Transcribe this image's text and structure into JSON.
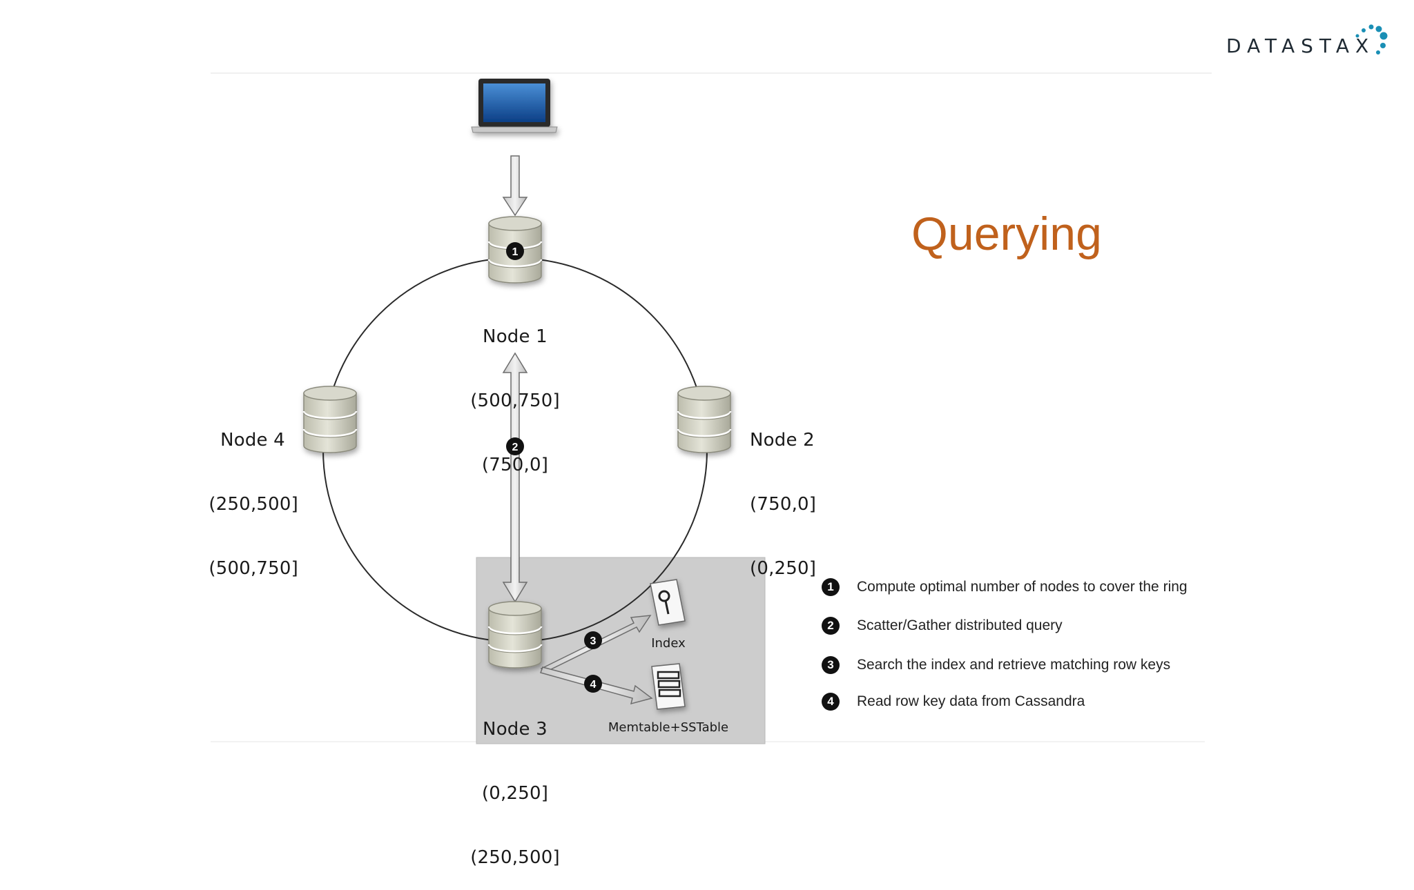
{
  "title": "Querying",
  "logo": {
    "text": "DATASTAX",
    "accent_color": "#1a8fb5"
  },
  "title_color": "#c0611c",
  "nodes": [
    {
      "name": "Node 1",
      "ranges": [
        "(500,750]",
        "(750,0]"
      ],
      "step": "1"
    },
    {
      "name": "Node 2",
      "ranges": [
        "(750,0]",
        "(0,250]"
      ]
    },
    {
      "name": "Node 3",
      "ranges": [
        "(0,250]",
        "(250,500]"
      ]
    },
    {
      "name": "Node 4",
      "ranges": [
        "(250,500]",
        "(500,750]"
      ]
    }
  ],
  "step2_marker": "2",
  "step3_marker": "3",
  "step4_marker": "4",
  "index_label": "Index",
  "storage_label": "Memtable+SSTable",
  "legend": [
    {
      "num": "1",
      "text": "Compute optimal number of nodes to cover the ring"
    },
    {
      "num": "2",
      "text": "Scatter/Gather distributed query"
    },
    {
      "num": "3",
      "text": "Search the index and retrieve matching row keys"
    },
    {
      "num": "4",
      "text": "Read row key data from Cassandra"
    }
  ]
}
